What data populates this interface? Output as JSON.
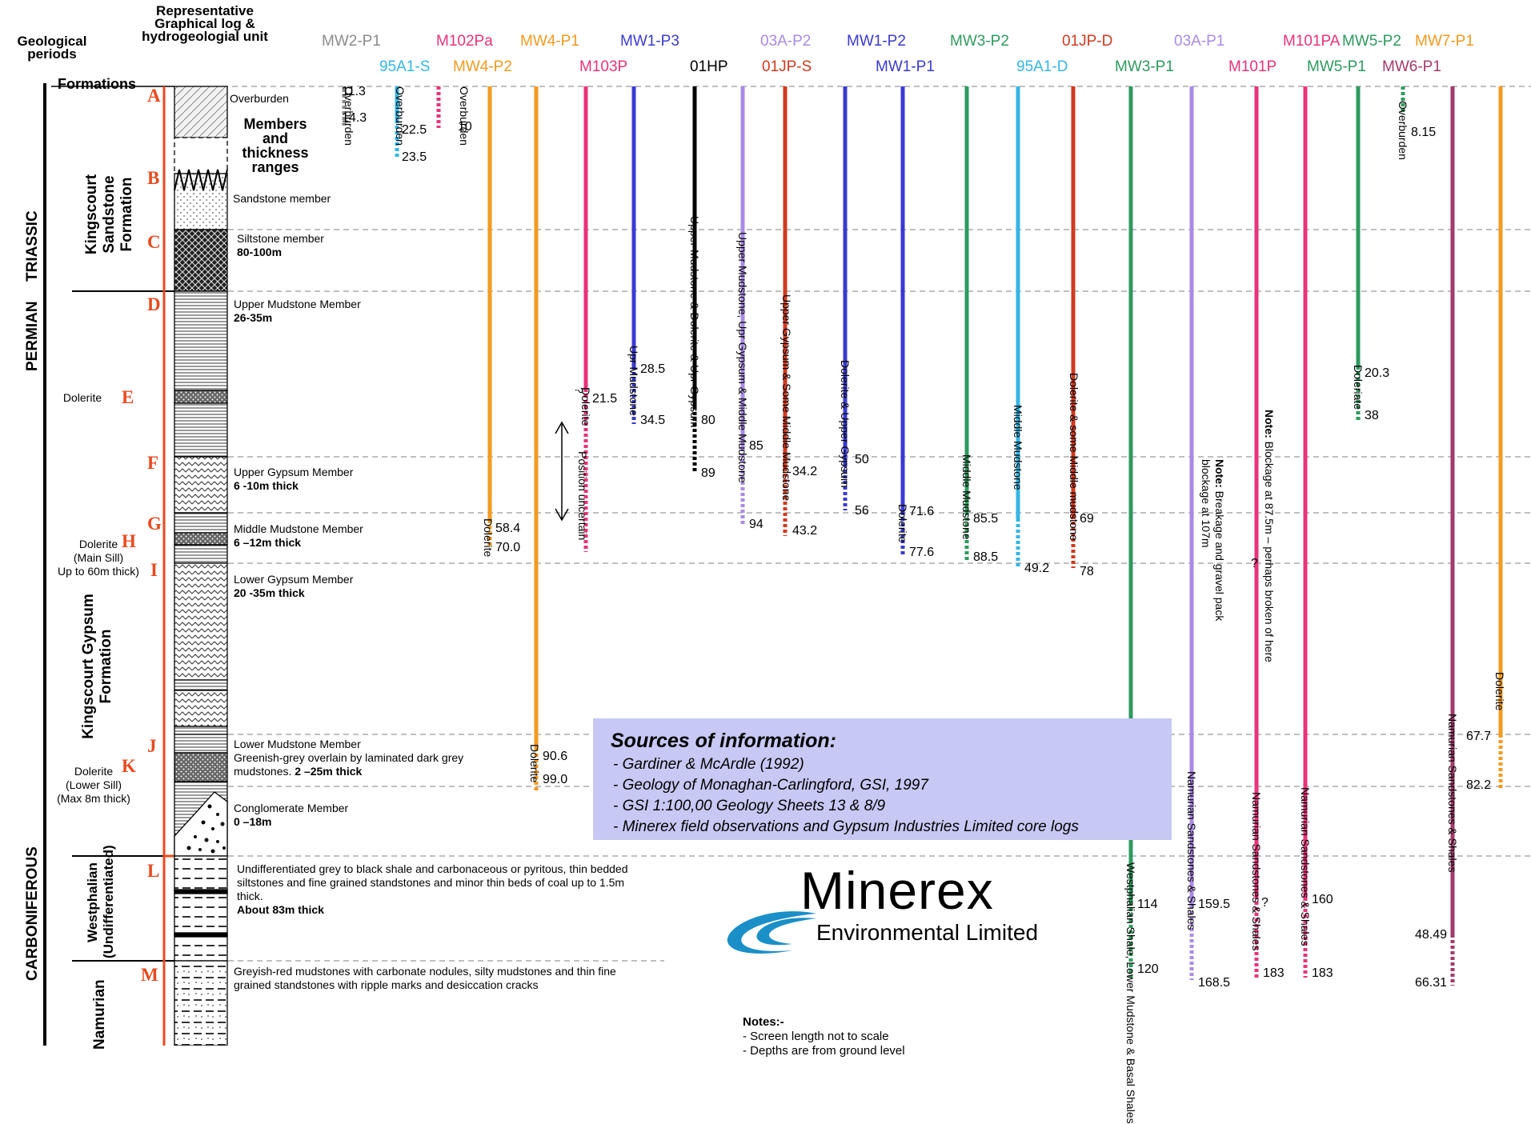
{
  "header": {
    "geological_periods": "Geological periods",
    "graphical_log": "Representative Graphical log & hydrogeologial unit",
    "formations": "Formations"
  },
  "periods": [
    "TRIASSIC",
    "PERMIAN",
    "CARBONIFEROUS"
  ],
  "formations": [
    "Kingscourt Sandstone Formation",
    "Kingscourt Gypsum Formation",
    "Westphalian (Undifferentiated)",
    "Namurian"
  ],
  "unit_letters": [
    "A",
    "B",
    "C",
    "D",
    "E",
    "F",
    "G",
    "H",
    "I",
    "J",
    "K",
    "L",
    "M"
  ],
  "dolerite_notes": {
    "upper": "Dolerite",
    "main_sill": [
      "Dolerite",
      "(Main Sill)",
      "Up to 60m thick)"
    ],
    "lower_sill": [
      "Dolerite",
      "(Lower Sill)",
      "(Max 8m thick)"
    ]
  },
  "members_heading": "Members and thickness ranges",
  "members": [
    {
      "name": "Overburden",
      "thickness": ""
    },
    {
      "name": "Sandstone member",
      "thickness": ""
    },
    {
      "name": "Siltstone member",
      "thickness": "80-100m"
    },
    {
      "name": "Upper Mudstone Member",
      "thickness": "26-35m"
    },
    {
      "name": "Upper Gypsum Member",
      "thickness": "6 -10m thick"
    },
    {
      "name": "Middle Mudstone Member",
      "thickness": "6 –12m thick"
    },
    {
      "name": "Lower Gypsum Member",
      "thickness": "20 -35m thick"
    },
    {
      "name": "Lower Mudstone Member",
      "desc": "Greenish-grey overlain by laminated dark grey mudstones.",
      "thickness": "2 –25m thick"
    },
    {
      "name": "Conglomerate Member",
      "thickness": "0 –18m"
    },
    {
      "name": "Undifferentiated grey to black shale and carbonaceous or pyritous, thin bedded siltstones and fine grained standstones and minor thin beds of coal up to 1.5m thick.",
      "thickness": "About 83m thick"
    },
    {
      "name": "Greyish-red mudstones with carbonate nodules, silty mudstones and thin fine grained standstones with ripple marks and desiccation cracks",
      "thickness": ""
    }
  ],
  "wells_top": [
    {
      "name": "MW2-P1",
      "color": "#8c8c8c"
    },
    {
      "name": "M102Pa",
      "color": "#e8337a"
    },
    {
      "name": "MW4-P1",
      "color": "#f39a1f"
    },
    {
      "name": "MW1-P3",
      "color": "#3a3ad1"
    },
    {
      "name": "03A-P2",
      "color": "#a98be6"
    },
    {
      "name": "MW1-P2",
      "color": "#3a3ad1"
    },
    {
      "name": "MW3-P2",
      "color": "#2e9a5e"
    },
    {
      "name": "01JP-D",
      "color": "#d13a1f"
    },
    {
      "name": "03A-P1",
      "color": "#a98be6"
    },
    {
      "name": "M101PA",
      "color": "#e8337a"
    },
    {
      "name": "MW5-P2",
      "color": "#2e9a5e"
    },
    {
      "name": "MW7-P1",
      "color": "#f39a1f"
    }
  ],
  "wells_bottom": [
    {
      "name": "95A1-S",
      "color": "#34b6e6"
    },
    {
      "name": "MW4-P2",
      "color": "#f39a1f"
    },
    {
      "name": "M103P",
      "color": "#e8337a"
    },
    {
      "name": "01HP",
      "color": "#000000"
    },
    {
      "name": "01JP-S",
      "color": "#d13a1f"
    },
    {
      "name": "MW1-P1",
      "color": "#3a3ad1"
    },
    {
      "name": "95A1-D",
      "color": "#34b6e6"
    },
    {
      "name": "MW3-P1",
      "color": "#2e9a5e"
    },
    {
      "name": "M101P",
      "color": "#e8337a"
    },
    {
      "name": "MW5-P1",
      "color": "#2e9a5e"
    },
    {
      "name": "MW6-P1",
      "color": "#a33a6a"
    }
  ],
  "screen_depths": [
    {
      "well": "MW2-P1",
      "top": "11.3",
      "bottom": "14.3",
      "unit": "Overburden"
    },
    {
      "well": "95A1-S",
      "top": "22.5",
      "bottom": "23.5",
      "unit": "Overburden"
    },
    {
      "well": "M102Pa",
      "top": "10",
      "bottom": "",
      "unit": "Overburden"
    },
    {
      "well": "MW4-P2",
      "top": "58.4",
      "bottom": "70.0",
      "unit": "Dolerite"
    },
    {
      "well": "MW4-P1",
      "top": "90.6",
      "bottom": "99.0",
      "unit": "Dolerite"
    },
    {
      "well": "M103P",
      "top": "21.5",
      "bottom": "",
      "unit": "Dolerite",
      "note": "?",
      "note2": "Position uncertain"
    },
    {
      "well": "MW1-P3",
      "top": "28.5",
      "bottom": "34.5",
      "unit": "Upr Mudstone"
    },
    {
      "well": "01HP",
      "top": "80",
      "bottom": "89",
      "unit": "Upper Mudstone & Dolerite & Upr Gypsum"
    },
    {
      "well": "03A-P2",
      "top": "85",
      "bottom": "94",
      "unit": "Upper Mudstone, Upr Gypsum & Middle Mudstone"
    },
    {
      "well": "01JP-S",
      "top": "34.2",
      "bottom": "43.2",
      "unit": "Upper Gypsum & Some Middle Mudstone"
    },
    {
      "well": "MW1-P2",
      "top": "50",
      "bottom": "56",
      "unit": "Dolerite & Upper Gypsum"
    },
    {
      "well": "MW1-P1",
      "top": "71.6",
      "bottom": "77.6",
      "unit": "Dolerite"
    },
    {
      "well": "MW3-P2",
      "top": "85.5",
      "bottom": "88.5",
      "unit": "Middle Mudstone"
    },
    {
      "well": "95A1-D",
      "top": "",
      "bottom": "49.2",
      "unit": "Middle Mudstone"
    },
    {
      "well": "01JP-D",
      "top": "69",
      "bottom": "78",
      "unit": "Dolerite & some Middle mudstone"
    },
    {
      "well": "MW3-P1",
      "top": "114",
      "bottom": "120",
      "unit": "Westphalian Shale, Lower Mudstone & Basal Shales"
    },
    {
      "well": "03A-P1",
      "top": "159.5",
      "bottom": "168.5",
      "unit": "Namurian Sandstones & Shales"
    },
    {
      "well": "M101P",
      "top": "",
      "bottom": "183",
      "unit": "Namurian Sandstones & Shales",
      "note": "?"
    },
    {
      "well": "M101PA",
      "top": "160",
      "bottom": "183",
      "unit": "Namurian Sandstones & Shales"
    },
    {
      "well": "MW5-P1",
      "top": "20.3",
      "bottom": "38",
      "unit": "Doleriate"
    },
    {
      "well": "MW5-P2",
      "top": "",
      "bottom": "8.15",
      "unit": "Overburden"
    },
    {
      "well": "MW6-P1",
      "top": "48.49",
      "bottom": "66.31",
      "unit": "Namurian Sandstones & Shales"
    },
    {
      "well": "MW7-P1",
      "top": "67.7",
      "bottom": "82.2",
      "unit": "Dolerite"
    }
  ],
  "notes_vertical": {
    "blockage_107": {
      "bold": "Note:",
      "text": "Breakage and gravel pack blockage at 107m"
    },
    "blockage_875": {
      "bold": "Note:",
      "text": "Blockage at 87.5m – perhaps broken of here"
    },
    "q": "?"
  },
  "sources": {
    "title": "Sources of information:",
    "items": [
      "- Gardiner & McArdle (1992)",
      "- Geology of Monaghan-Carlingford, GSI, 1997",
      "- GSI 1:100,00 Geology Sheets 13 & 8/9",
      "- Minerex field observations and Gypsum Industries Limited core logs"
    ]
  },
  "logo": {
    "name": "Minerex",
    "subtitle": "Environmental Limited"
  },
  "notes": {
    "heading": "Notes:-",
    "items": [
      "- Screen length not to scale",
      "- Depths are from ground level"
    ]
  }
}
